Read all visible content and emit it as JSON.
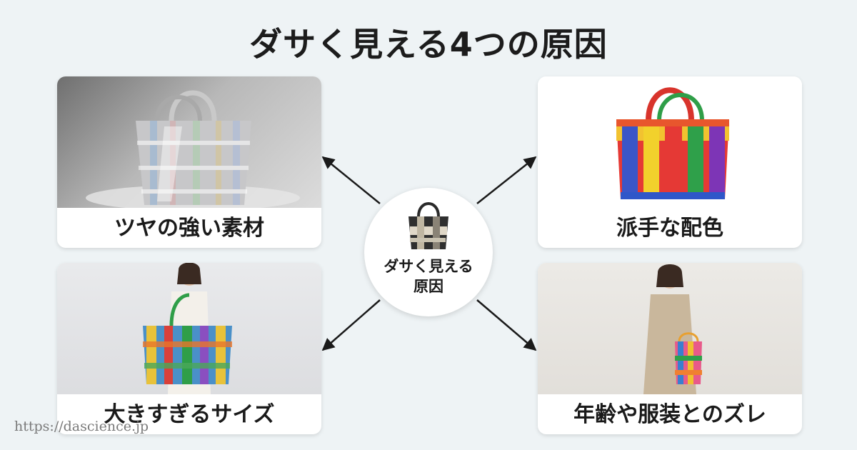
{
  "title": "ダサく見える4つの原因",
  "center": {
    "line1": "ダサく見える",
    "line2": "原因",
    "icon": "tote-bag-icon"
  },
  "cards": [
    {
      "label": "ツヤの強い素材",
      "image": "metallic-tote-bag-photo"
    },
    {
      "label": "派手な配色",
      "image": "colorful-woven-tote-bag-photo"
    },
    {
      "label": "大きすぎるサイズ",
      "image": "woman-with-oversized-tote-photo"
    },
    {
      "label": "年齢や服装とのズレ",
      "image": "woman-in-linen-dress-with-tote-photo"
    }
  ],
  "watermark": "https://dascience.jp",
  "colors": {
    "background": "#eef3f5",
    "card": "#ffffff",
    "text": "#1a1a1a",
    "arrow": "#1a1a1a"
  }
}
